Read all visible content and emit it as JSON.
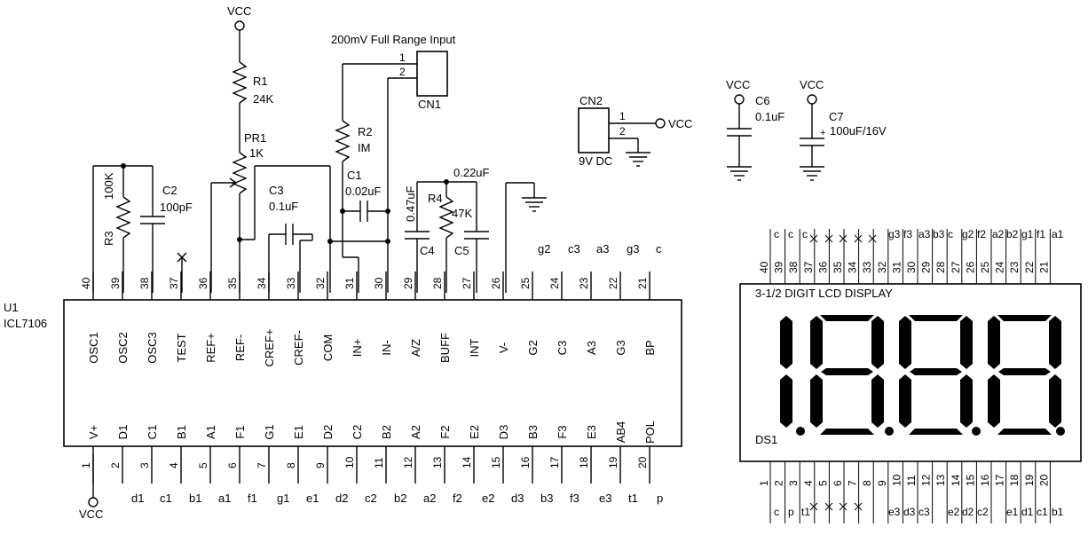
{
  "ic": {
    "ref": "U1",
    "part": "ICL7106",
    "top_pins": [
      {
        "num": "40",
        "name": "OSC1"
      },
      {
        "num": "39",
        "name": "OSC2"
      },
      {
        "num": "38",
        "name": "OSC3"
      },
      {
        "num": "37",
        "name": "TEST"
      },
      {
        "num": "36",
        "name": "REF+"
      },
      {
        "num": "35",
        "name": "REF-"
      },
      {
        "num": "34",
        "name": "CREF+"
      },
      {
        "num": "33",
        "name": "CREF-"
      },
      {
        "num": "32",
        "name": "COM"
      },
      {
        "num": "31",
        "name": "IN+"
      },
      {
        "num": "30",
        "name": "IN-"
      },
      {
        "num": "29",
        "name": "A/Z"
      },
      {
        "num": "28",
        "name": "BUFF"
      },
      {
        "num": "27",
        "name": "INT"
      },
      {
        "num": "26",
        "name": "V-"
      },
      {
        "num": "25",
        "name": "G2"
      },
      {
        "num": "24",
        "name": "C3"
      },
      {
        "num": "23",
        "name": "A3"
      },
      {
        "num": "22",
        "name": "G3"
      },
      {
        "num": "21",
        "name": "BP"
      }
    ],
    "bottom_pins": [
      {
        "num": "1",
        "name": "V+"
      },
      {
        "num": "2",
        "name": "D1"
      },
      {
        "num": "3",
        "name": "C1"
      },
      {
        "num": "4",
        "name": "B1"
      },
      {
        "num": "5",
        "name": "A1"
      },
      {
        "num": "6",
        "name": "F1"
      },
      {
        "num": "7",
        "name": "G1"
      },
      {
        "num": "8",
        "name": "E1"
      },
      {
        "num": "9",
        "name": "D2"
      },
      {
        "num": "10",
        "name": "C2"
      },
      {
        "num": "11",
        "name": "B2"
      },
      {
        "num": "12",
        "name": "A2"
      },
      {
        "num": "13",
        "name": "F2"
      },
      {
        "num": "14",
        "name": "E2"
      },
      {
        "num": "15",
        "name": "D3"
      },
      {
        "num": "16",
        "name": "B3"
      },
      {
        "num": "17",
        "name": "F3"
      },
      {
        "num": "18",
        "name": "E3"
      },
      {
        "num": "19",
        "name": "AB4"
      },
      {
        "num": "20",
        "name": "POL"
      }
    ],
    "top_nets": [
      "g2",
      "c3",
      "a3",
      "g3",
      "c"
    ],
    "bottom_nets": [
      "d1",
      "c1",
      "b1",
      "a1",
      "f1",
      "g1",
      "e1",
      "d2",
      "c2",
      "b2",
      "a2",
      "f2",
      "e2",
      "d3",
      "b3",
      "f3",
      "e3",
      "t1",
      "p"
    ]
  },
  "components": {
    "vcc_label": "VCC",
    "r1_ref": "R1",
    "r1_value": "24K",
    "pr1_ref": "PR1",
    "pr1_value": "1K",
    "r2_ref": "R2",
    "r2_value": "IM",
    "r3_ref": "R3",
    "r3_value": "100K",
    "r4_ref": "R4",
    "r4_value": "47K",
    "c1_ref": "C1",
    "c1_value": "0.02uF",
    "c2_ref": "C2",
    "c2_value": "100pF",
    "c3_ref": "C3",
    "c3_value": "0.1uF",
    "c4_ref": "C4",
    "c4_value": "0.47uF",
    "c5_ref": "C5",
    "c5_value": "0.22uF",
    "c6_ref": "C6",
    "c6_value": "0.1uF",
    "c7_ref": "C7",
    "c7_value": "100uF/16V",
    "c7_polarity": "+"
  },
  "connectors": {
    "cn1_ref": "CN1",
    "cn1_title": "200mV Full Range Input",
    "cn1_pin1": "1",
    "cn1_pin2": "2",
    "cn2_ref": "CN2",
    "cn2_label": "9V DC",
    "cn2_pin1": "1",
    "cn2_pin2": "2"
  },
  "display": {
    "title": "3-1/2 DIGIT LCD DISPLAY",
    "ref": "DS1",
    "top_nums": [
      "40",
      "39",
      "38",
      "37",
      "36",
      "35",
      "34",
      "33",
      "32",
      "31",
      "30",
      "29",
      "28",
      "27",
      "26",
      "25",
      "24",
      "23",
      "22",
      "21"
    ],
    "top_nets": [
      "c",
      "c",
      "c",
      "",
      "",
      "",
      "",
      "",
      "",
      "g3",
      "f3",
      "a3",
      "b3",
      "c",
      "g2",
      "f2",
      "a2",
      "b2",
      "g1",
      "f1",
      "a1"
    ],
    "bottom_nums": [
      "1",
      "2",
      "3",
      "4",
      "5",
      "6",
      "7",
      "8",
      "9",
      "10",
      "11",
      "12",
      "13",
      "14",
      "15",
      "16",
      "17",
      "18",
      "19",
      "20"
    ],
    "bottom_nets": [
      "c",
      "p",
      "t1",
      "",
      "",
      "",
      "",
      "",
      "",
      "e3",
      "d3",
      "c3",
      "",
      "e2",
      "d2",
      "c2",
      "",
      "e1",
      "d1",
      "c1",
      "b1"
    ]
  }
}
